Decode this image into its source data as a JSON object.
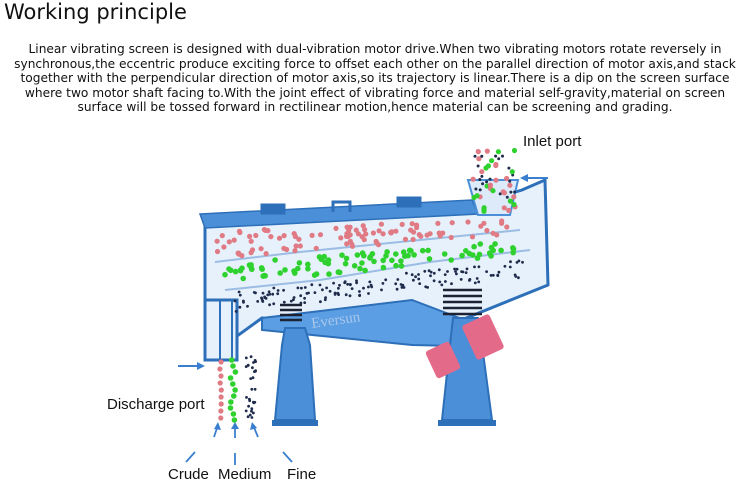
{
  "title": "Working principle",
  "description": "Linear vibrating screen is designed with dual-vibration motor drive.When two vibrating motors rotate reversely in synchronous,the eccentric produce exciting force to offset each other on the parallel direction of motor axis,and stack together with the perpendicular direction of motor axis,so its trajectory is linear.There is a dip on the screen surface where two motor shaft facing to.With the joint effect of vibrating force and material self-gravity,material on screen surface will be tossed forward in  rectilinear motion,hence material can be screening and grading.",
  "labels": {
    "inlet": "Inlet port",
    "discharge": "Discharge port",
    "crude": "Crude",
    "medium": "Medium",
    "fine": "Fine",
    "watermark": "Eversun"
  },
  "colors": {
    "machine_blue": "#4a8fd8",
    "machine_dark": "#2d6fb8",
    "screen_fill": "#e6f1fb",
    "crude_particle": "#e07a84",
    "medium_particle": "#2fd12f",
    "fine_particle": "#1e2b4a",
    "arrow": "#3a7fcf",
    "motor_pink": "#e46a8a"
  },
  "icons": [
    "inlet-arrow-icon",
    "discharge-arrow-icon",
    "spring-icon",
    "motor-icon"
  ]
}
